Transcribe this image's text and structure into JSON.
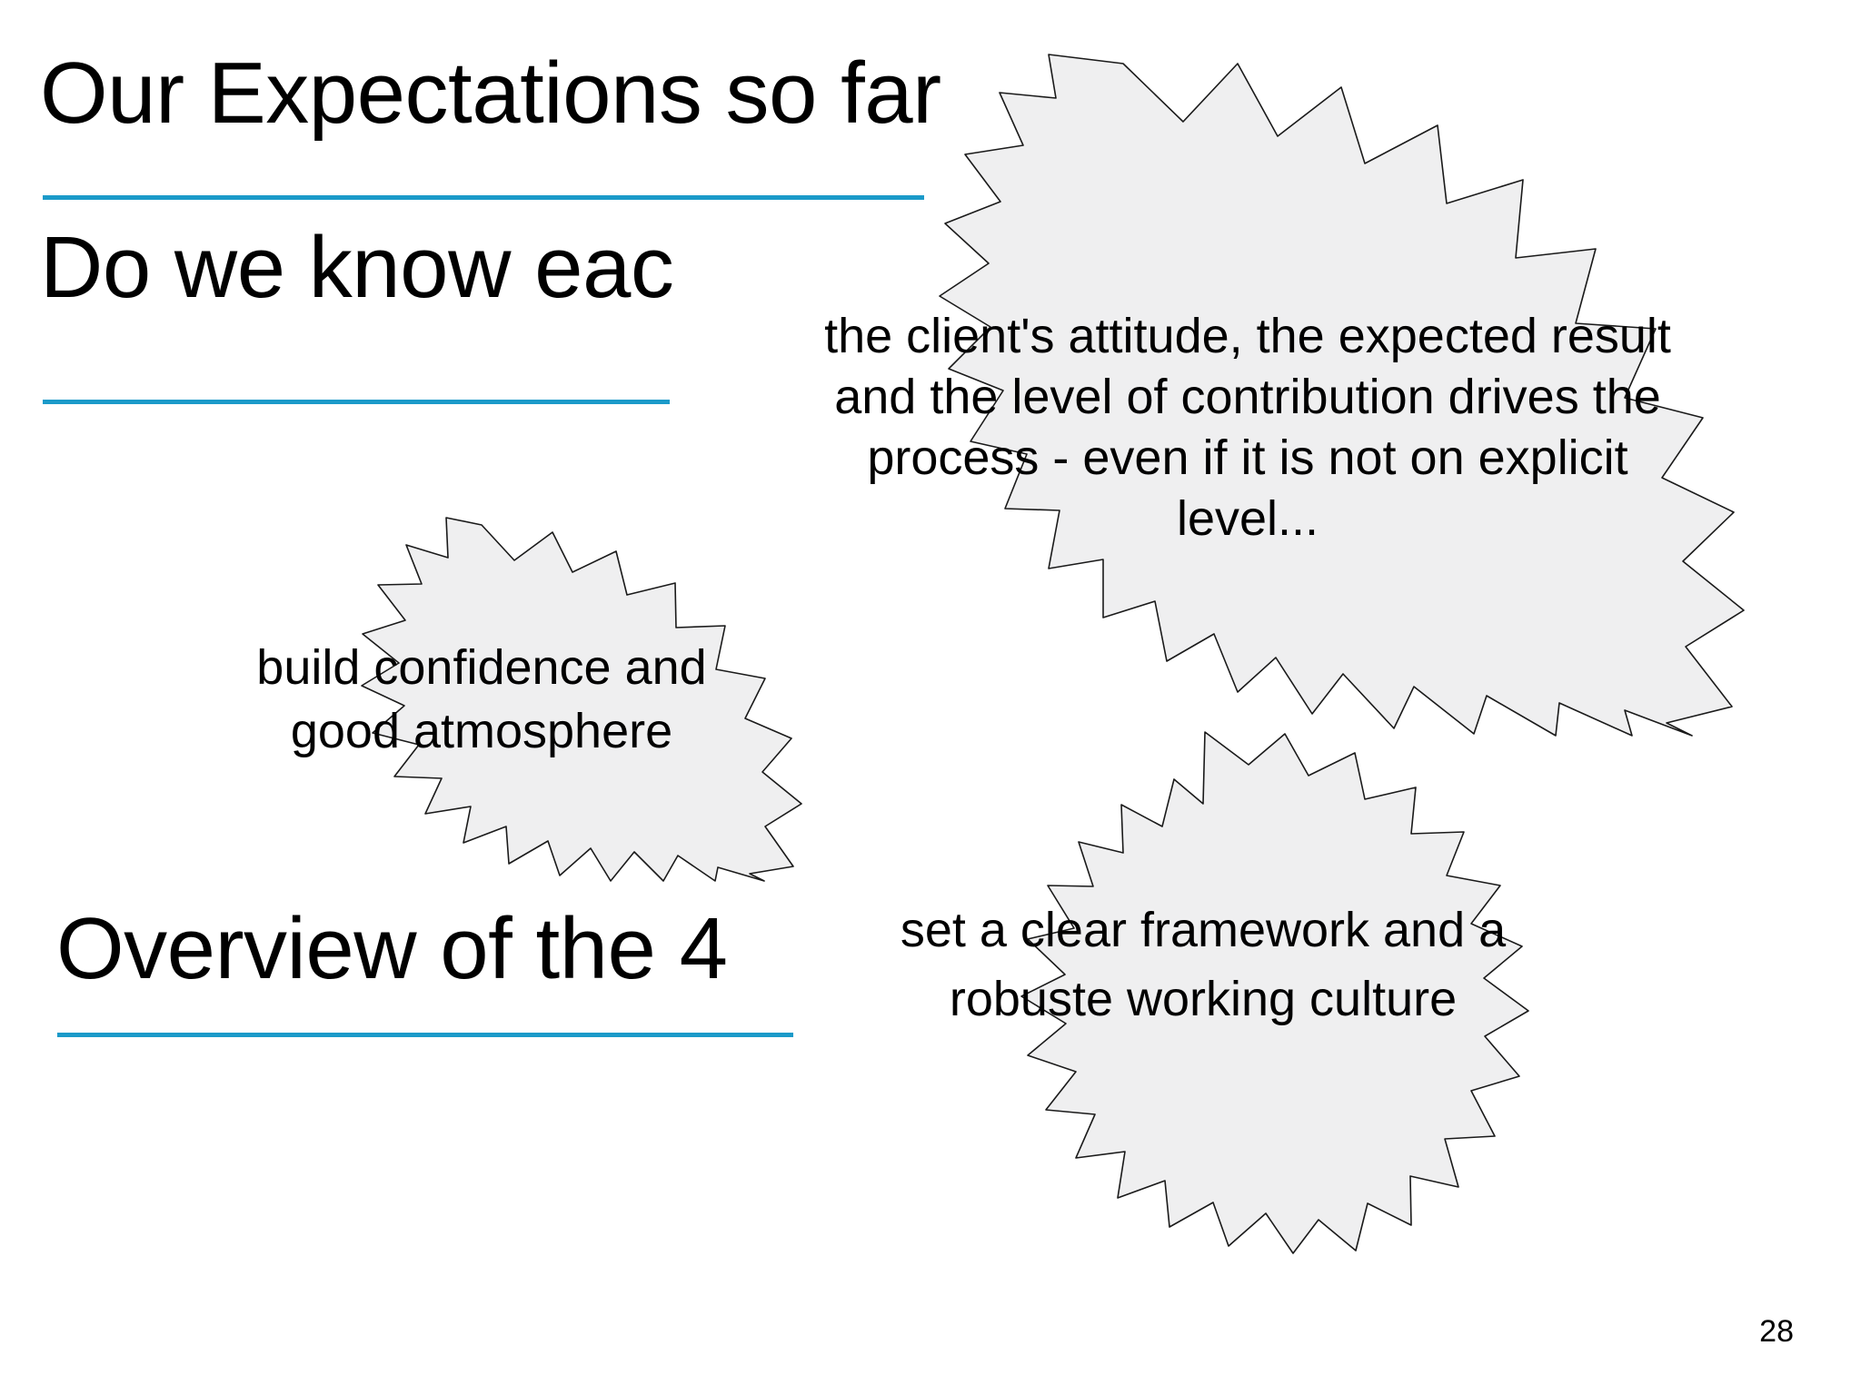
{
  "slide": {
    "page_number": "28",
    "accent_color": "#1b9ac9",
    "background_color": "#ffffff",
    "callout_fill": "#efeff0",
    "callout_stroke": "#1a1a1a"
  },
  "headings": [
    {
      "text": "Our Expectations so far"
    },
    {
      "text": "Do we know eac"
    },
    {
      "text": "Overview of the 4"
    }
  ],
  "callouts": [
    {
      "id": "main",
      "text": "the client's attitude, the expected result and the level of contribution drives the process - even if it is not on explicit level..."
    },
    {
      "id": "left",
      "text": "build confidence and good atmosphere"
    },
    {
      "id": "bottom",
      "text": "set a clear framework and a robuste working culture"
    }
  ]
}
